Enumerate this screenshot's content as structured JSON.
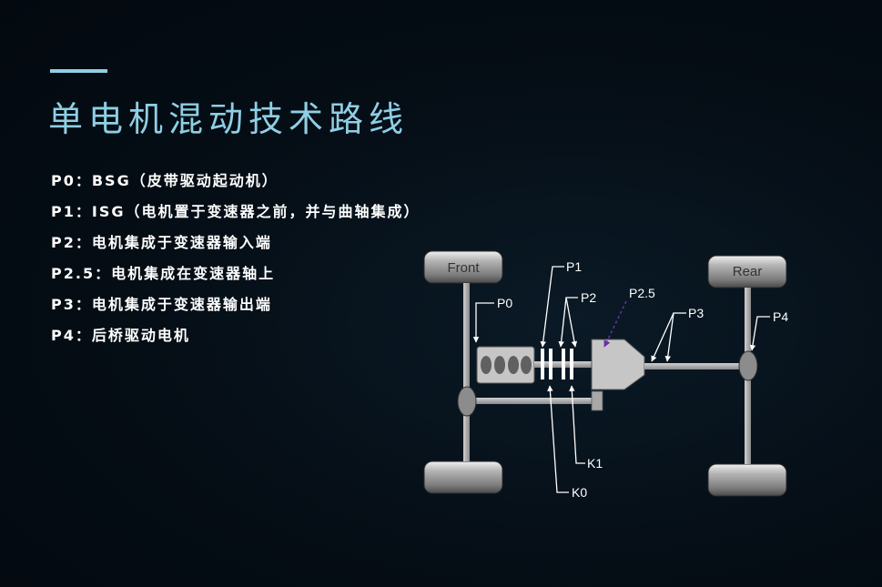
{
  "slide": {
    "title": "单电机混动技术路线",
    "items": [
      "P0：BSG（皮带驱动起动机）",
      "P1：ISG（电机置于变速器之前，并与曲轴集成）",
      "P2：电机集成于变速器输入端",
      "P2.5：电机集成在变速器轴上",
      "P3：电机集成于变速器输出端",
      "P4：后桥驱动电机"
    ]
  },
  "diagram": {
    "front_label": "Front",
    "rear_label": "Rear",
    "labels": {
      "p0": "P0",
      "p1": "P1",
      "p2": "P2",
      "p25": "P2.5",
      "p3": "P3",
      "p4": "P4",
      "k1": "K1",
      "k0": "K0"
    },
    "colors": {
      "accent": "#8ecfe4",
      "component_gray": "#c8c8c8",
      "p25_arrow": "#6a2fa8"
    }
  }
}
